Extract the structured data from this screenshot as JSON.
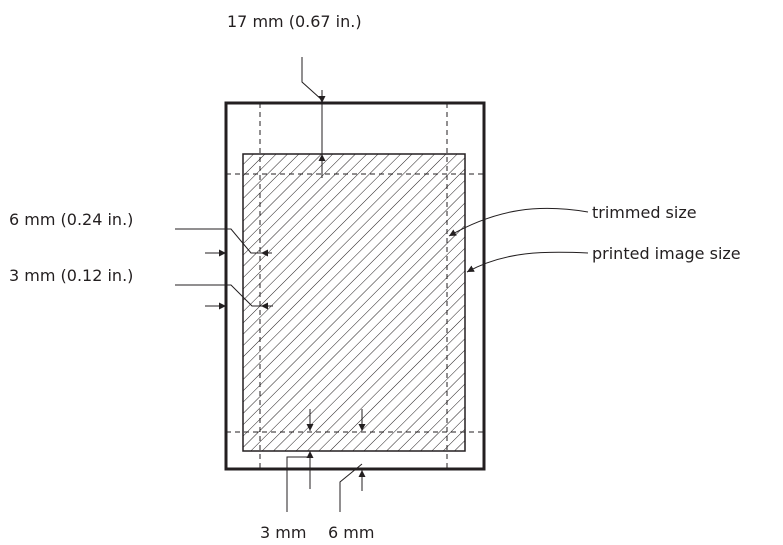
{
  "labels": {
    "top_margin": "17 mm (0.67 in.)",
    "side_margin_6": "6 mm (0.24 in.)",
    "side_margin_3": "3 mm (0.12 in.)",
    "trimmed_size": "trimmed size",
    "printed_image_size": "printed image size",
    "bottom_3": "3 mm",
    "bottom_6": "6 mm"
  },
  "colors": {
    "ink": "#231f20",
    "background": "#ffffff"
  }
}
